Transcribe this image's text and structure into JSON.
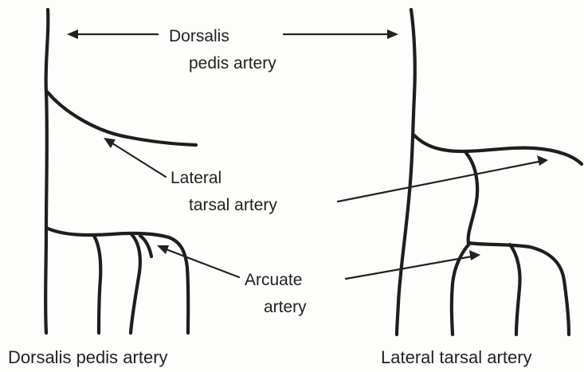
{
  "labels": {
    "dorsalis_line1": "Dorsalis",
    "dorsalis_line2": "pedis artery",
    "lateral_line1": "Lateral",
    "lateral_line2": "tarsal artery",
    "arcuate_line1": "Arcuate",
    "arcuate_line2": "artery"
  },
  "captions": {
    "left": "Dorsalis pedis artery",
    "right": "Lateral tarsal artery"
  },
  "colors": {
    "ink": "#1e1e1e",
    "paper": "#fdfdfc"
  }
}
